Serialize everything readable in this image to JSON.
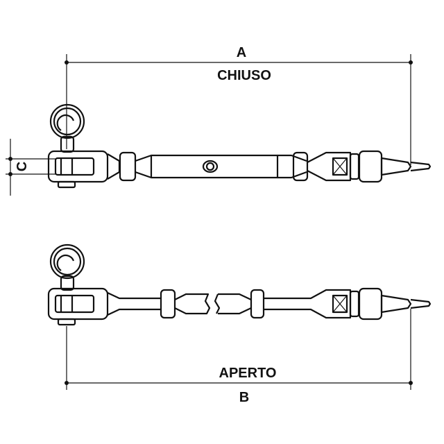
{
  "labels": {
    "dim_a": "A",
    "closed": "CHIUSO",
    "dim_c": "C",
    "open": "APERTO",
    "dim_b": "B"
  },
  "colors": {
    "line": "#111111",
    "background": "#ffffff"
  }
}
